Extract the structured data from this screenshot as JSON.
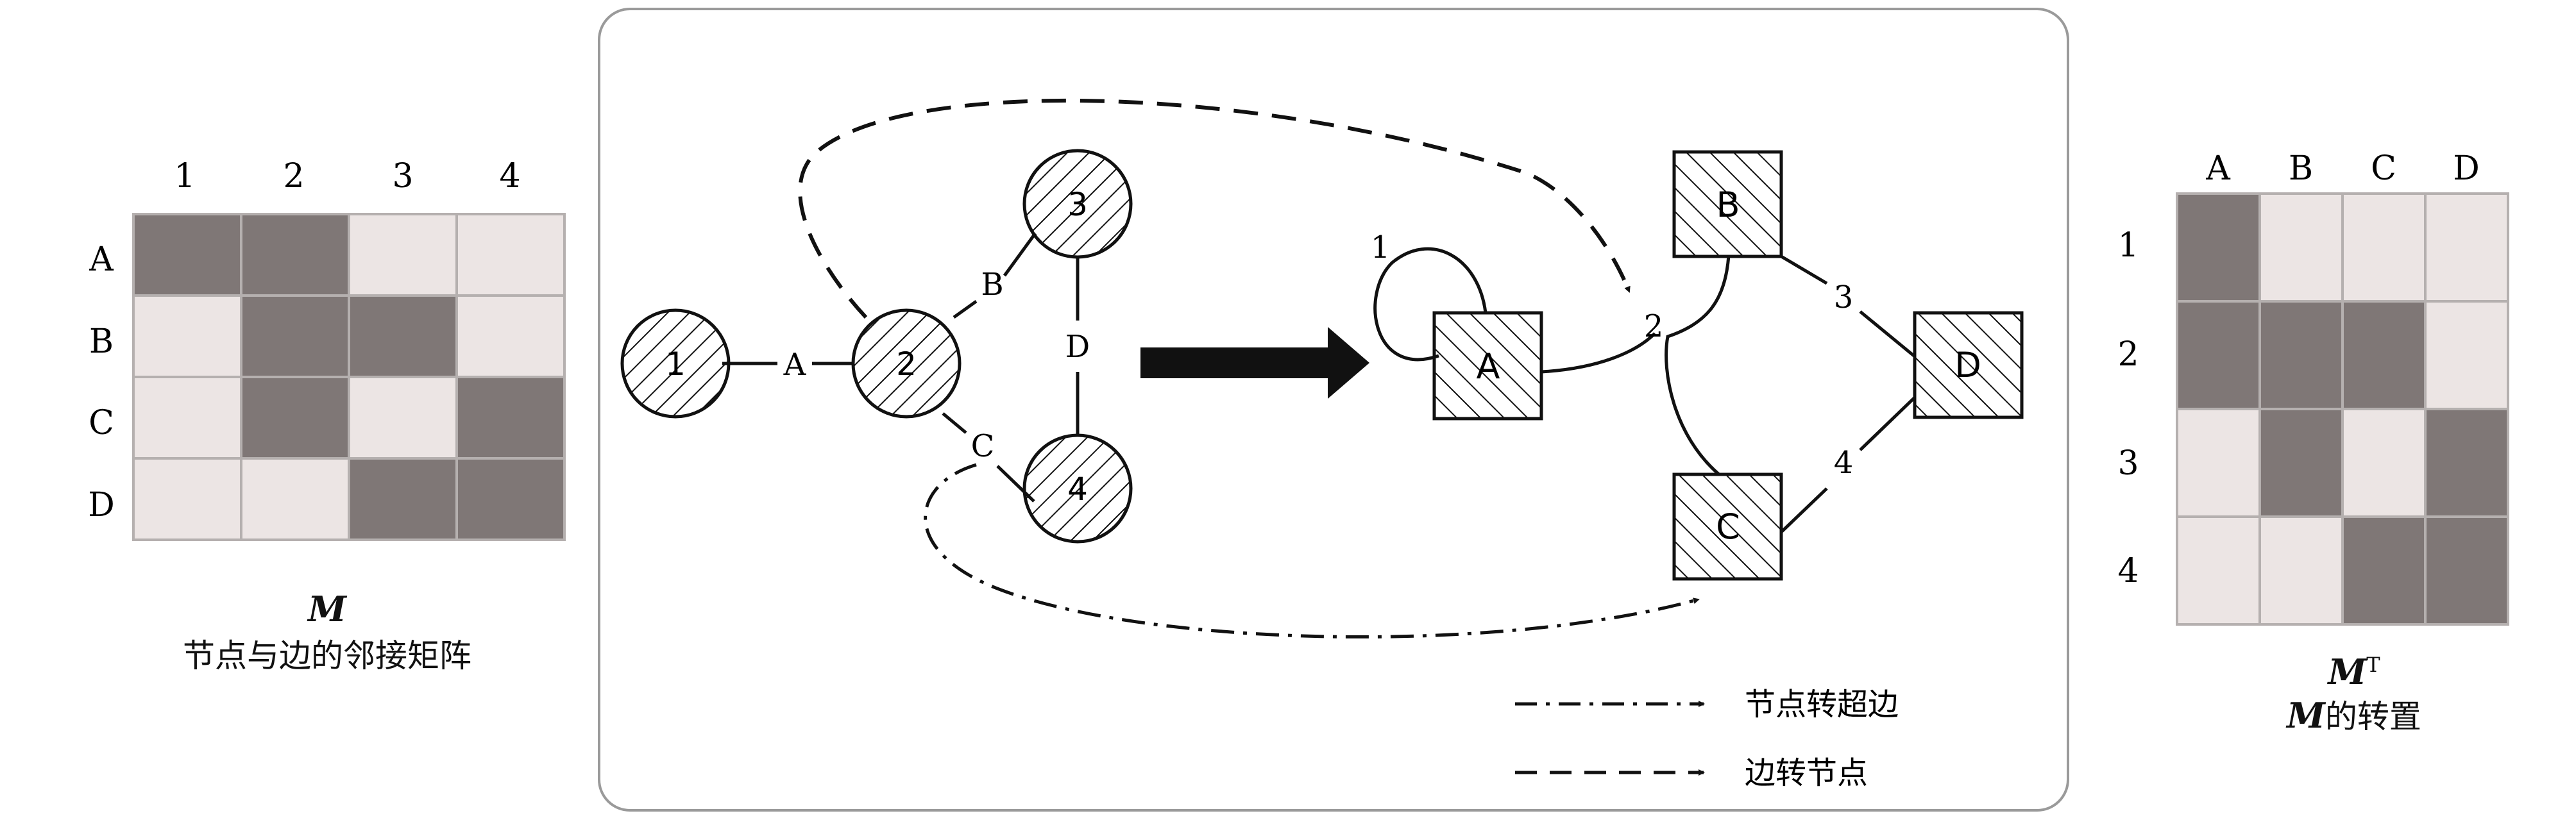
{
  "left_matrix": {
    "col_labels": [
      "1",
      "2",
      "3",
      "4"
    ],
    "row_labels": [
      "A",
      "B",
      "C",
      "D"
    ],
    "cells": [
      [
        1,
        1,
        0,
        0
      ],
      [
        0,
        1,
        1,
        0
      ],
      [
        0,
        1,
        0,
        1
      ],
      [
        0,
        0,
        1,
        1
      ]
    ],
    "symbol": "M",
    "caption": "节点与边的邻接矩阵"
  },
  "right_matrix": {
    "col_labels": [
      "A",
      "B",
      "C",
      "D"
    ],
    "row_labels": [
      "1",
      "2",
      "3",
      "4"
    ],
    "cells": [
      [
        1,
        0,
        0,
        0
      ],
      [
        1,
        1,
        1,
        0
      ],
      [
        0,
        1,
        0,
        1
      ],
      [
        0,
        0,
        1,
        1
      ]
    ],
    "symbol": "M",
    "superscript": "T",
    "caption_symbol": "M",
    "caption": "的转置"
  },
  "graph": {
    "nodes": [
      "1",
      "2",
      "3",
      "4"
    ],
    "edges": [
      "A",
      "B",
      "C",
      "D"
    ]
  },
  "dual": {
    "nodes": [
      "A",
      "B",
      "C",
      "D"
    ],
    "edges": [
      "1",
      "2",
      "3",
      "4"
    ]
  },
  "legend": {
    "dashdot": "节点转超边",
    "dashed": "边转节点"
  },
  "colors": {
    "filled": "#7f7776",
    "empty": "#ece5e4",
    "grid": "#b5b0af",
    "stroke": "#111111",
    "panel_border": "#9a9a9a"
  }
}
